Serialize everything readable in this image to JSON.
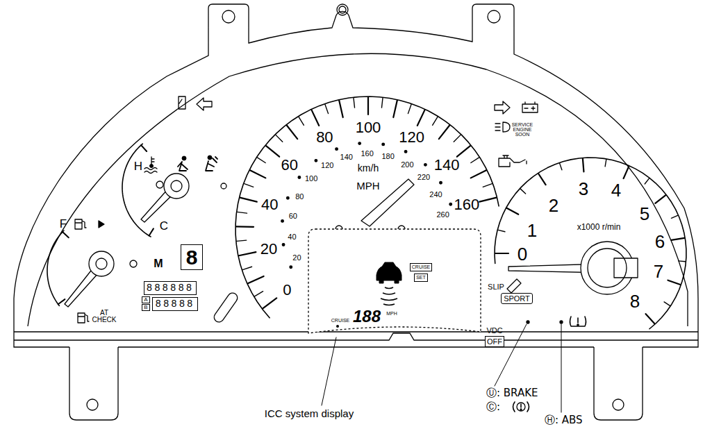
{
  "diagram": {
    "nodes": [
      {
        "text": [
          "8"
        ]
      },
      {
        "text": [
          "888888"
        ]
      },
      {
        "text": [
          "A"
        ]
      },
      {
        "text": [
          "B"
        ]
      },
      {
        "text": [
          "88888"
        ]
      },
      {
        "text": [
          "CRUISE",
          "188",
          "MPH"
        ]
      },
      {
        "text": [
          "CRUISE"
        ],
        "in": 5
      },
      {
        "text": [
          "SET"
        ],
        "in": 5
      },
      {
        "text": [
          "SPORT"
        ]
      },
      {
        "text": [
          "VDC",
          "OFF"
        ]
      }
    ],
    "labels": [
      "H",
      "C",
      "F",
      "M",
      "AT CHECK",
      "0",
      "20",
      "40",
      "60",
      "80",
      "100",
      "120",
      "140",
      "160",
      "20",
      "40",
      "60",
      "80",
      "100",
      "120",
      "140",
      "160",
      "180",
      "200",
      "220",
      "240",
      "260",
      "km/h",
      "MPH",
      "SERVICE ENGINE SOON",
      "0",
      "1",
      "2",
      "3",
      "4",
      "5",
      "6",
      "7",
      "8",
      "x1000 r/min",
      "SLIP",
      "ICC system display",
      "Ⓤ: BRAKE",
      "Ⓒ:",
      "Ⓗ: ABS"
    ]
  }
}
